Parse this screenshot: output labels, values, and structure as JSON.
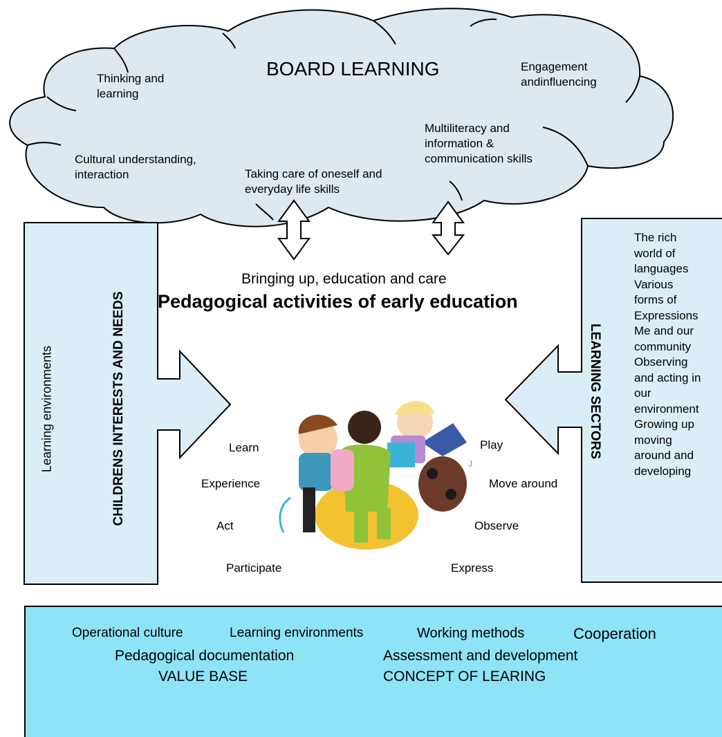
{
  "cloud": {
    "title": "BOARD LEARNING",
    "items": [
      "Thinking and learning",
      "Engagement andinfluencing",
      "Multiliteracy and information & communication skills",
      "Cultural understanding, interaction",
      "Taking care of oneself and everyday life skills"
    ]
  },
  "center": {
    "subtitle": "Bringing up, education and care",
    "title": "Pedagogical activities of early education"
  },
  "left_arrow": {
    "title": "CHILDRENS INTERESTS AND NEEDS",
    "label": "Learning environments"
  },
  "right_arrow": {
    "title": "LEARNING SECTORS",
    "sectors": [
      "The rich",
      "world of",
      "languages",
      "Various",
      "forms of",
      "Expressions",
      "Me and our",
      "community",
      "Observing",
      "and acting in",
      "our",
      "environment",
      "Growing up",
      "moving",
      "around and",
      "developing"
    ]
  },
  "verbs_left": [
    "Learn",
    "Experience",
    "Act",
    "Participate"
  ],
  "verbs_right": [
    "Play",
    "Move around",
    "Observe",
    "Express"
  ],
  "illustration_mark": "J",
  "bottom": {
    "line1": [
      "Operational culture",
      "Learning environments",
      "Working methods",
      "Cooperation"
    ],
    "line2": [
      "Pedagogical documentation",
      "Assessment and development"
    ],
    "line3": [
      "VALUE BASE",
      "CONCEPT OF LEARING"
    ]
  },
  "colors": {
    "cloud_fill": "#dde8f0",
    "arrow_fill": "#dbeef7",
    "bottom_fill": "#8ee3f7",
    "outline": "#000000"
  }
}
